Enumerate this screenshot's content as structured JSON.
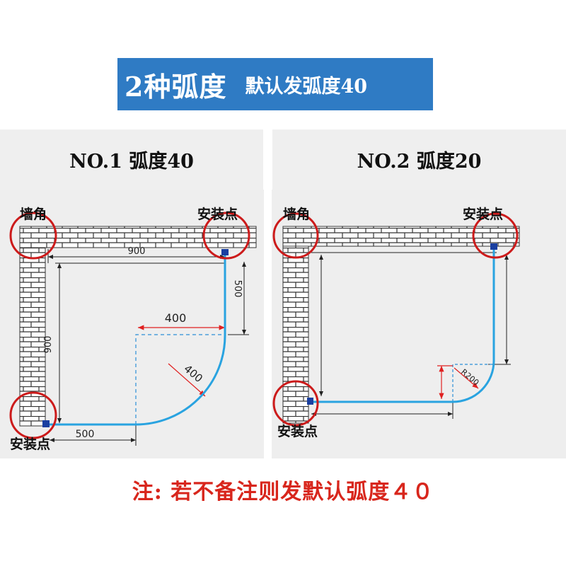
{
  "banner": {
    "title": "2种弧度",
    "subtitle": "默认发弧度40"
  },
  "panels": [
    {
      "heading": "NO.1  弧度40",
      "labels": {
        "corner": "墙角",
        "mount_top": "安装点",
        "mount_bottom": "安装点"
      },
      "dims": {
        "top": "900",
        "right": "500",
        "left": "900",
        "bottom": "500",
        "arc_h": "400",
        "arc_r": "400"
      }
    },
    {
      "heading": "NO.2  弧度20",
      "labels": {
        "corner": "墙角",
        "mount_top": "安装点",
        "mount_bottom": "安装点"
      },
      "dims": {
        "radius": "R200"
      }
    }
  ],
  "note": "注: 若不备注则发默认弧度４０",
  "colors": {
    "banner": "#2f7bc4",
    "pipe": "#29a3e0",
    "circle": "#cc1b1b",
    "note": "#d8261c",
    "red_dim": "#e02020"
  }
}
